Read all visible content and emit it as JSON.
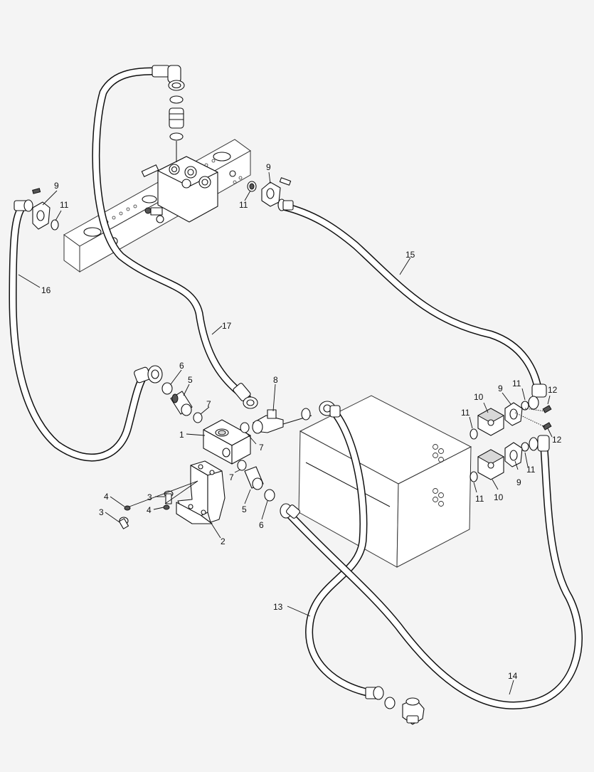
{
  "diagram": {
    "callouts": [
      {
        "id": "c-1",
        "text": "1"
      },
      {
        "id": "c-2",
        "text": "2"
      },
      {
        "id": "c-3a",
        "text": "3"
      },
      {
        "id": "c-3b",
        "text": "3"
      },
      {
        "id": "c-4a",
        "text": "4"
      },
      {
        "id": "c-4b",
        "text": "4"
      },
      {
        "id": "c-5a",
        "text": "5"
      },
      {
        "id": "c-5b",
        "text": "5"
      },
      {
        "id": "c-6a",
        "text": "6"
      },
      {
        "id": "c-6b",
        "text": "6"
      },
      {
        "id": "c-7a",
        "text": "7"
      },
      {
        "id": "c-7b",
        "text": "7"
      },
      {
        "id": "c-7c",
        "text": "7"
      },
      {
        "id": "c-8",
        "text": "8"
      },
      {
        "id": "c-9a",
        "text": "9"
      },
      {
        "id": "c-9b",
        "text": "9"
      },
      {
        "id": "c-9c",
        "text": "9"
      },
      {
        "id": "c-9d",
        "text": "9"
      },
      {
        "id": "c-10a",
        "text": "10"
      },
      {
        "id": "c-10b",
        "text": "10"
      },
      {
        "id": "c-11a",
        "text": "11"
      },
      {
        "id": "c-11b",
        "text": "11"
      },
      {
        "id": "c-11c",
        "text": "11"
      },
      {
        "id": "c-11d",
        "text": "11"
      },
      {
        "id": "c-11e",
        "text": "11"
      },
      {
        "id": "c-11f",
        "text": "11"
      },
      {
        "id": "c-12a",
        "text": "12"
      },
      {
        "id": "c-12b",
        "text": "12"
      },
      {
        "id": "c-13",
        "text": "13"
      },
      {
        "id": "c-14",
        "text": "14"
      },
      {
        "id": "c-15",
        "text": "15"
      },
      {
        "id": "c-16",
        "text": "16"
      },
      {
        "id": "c-17",
        "text": "17"
      }
    ],
    "colors": {
      "line": "#111111",
      "background": "#f4f4f4",
      "fill": "#ffffff"
    }
  }
}
